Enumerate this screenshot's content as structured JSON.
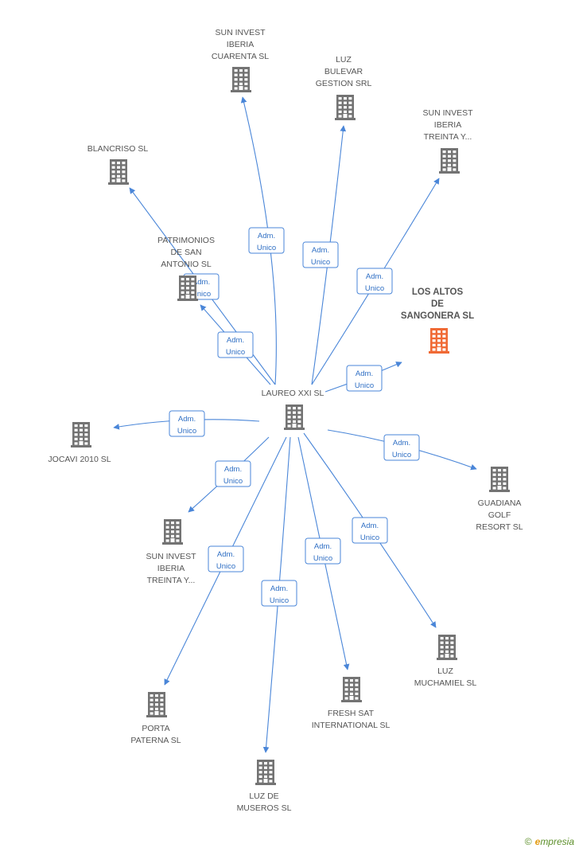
{
  "colors": {
    "edge": "#4a86d8",
    "node": "#737373",
    "focus": "#f06a35"
  },
  "center": {
    "id": "laureo",
    "label": [
      "LAUREO XXI SL"
    ],
    "icon": "building-icon"
  },
  "nodes": [
    {
      "id": "suninvest40",
      "label": [
        "SUN INVEST",
        "IBERIA",
        "CUARENTA SL"
      ],
      "icon": "building-icon"
    },
    {
      "id": "luzbulevar",
      "label": [
        "LUZ",
        "BULEVAR",
        "GESTION SRL"
      ],
      "icon": "building-icon"
    },
    {
      "id": "suninvest30a",
      "label": [
        "SUN INVEST",
        "IBERIA",
        "TREINTA Y..."
      ],
      "icon": "building-icon"
    },
    {
      "id": "blancriso",
      "label": [
        "BLANCRISO SL"
      ],
      "icon": "building-icon"
    },
    {
      "id": "patrimonios",
      "label": [
        "PATRIMONIOS",
        "DE SAN",
        "ANTONIO SL"
      ],
      "icon": "building-icon"
    },
    {
      "id": "losaltos",
      "label": [
        "LOS ALTOS",
        "DE",
        "SANGONERA SL"
      ],
      "icon": "building-icon",
      "focus": true
    },
    {
      "id": "jocavi",
      "label": [
        "JOCAVI 2010 SL"
      ],
      "icon": "building-icon"
    },
    {
      "id": "guadiana",
      "label": [
        "GUADIANA",
        "GOLF",
        "RESORT SL"
      ],
      "icon": "building-icon"
    },
    {
      "id": "suninvest30b",
      "label": [
        "SUN INVEST",
        "IBERIA",
        "TREINTA Y..."
      ],
      "icon": "building-icon"
    },
    {
      "id": "luzmuchamiel",
      "label": [
        "LUZ",
        "MUCHAMIEL SL"
      ],
      "icon": "building-icon"
    },
    {
      "id": "freshsat",
      "label": [
        "FRESH SAT",
        "INTERNATIONAL SL"
      ],
      "icon": "building-icon"
    },
    {
      "id": "porta",
      "label": [
        "PORTA",
        "PATERNA SL"
      ],
      "icon": "building-icon"
    },
    {
      "id": "luzmuseros",
      "label": [
        "LUZ DE",
        "MUSEROS SL"
      ],
      "icon": "building-icon"
    }
  ],
  "edges": [
    {
      "to": "suninvest40",
      "label": [
        "Adm.",
        "Unico"
      ]
    },
    {
      "to": "luzbulevar",
      "label": [
        "Adm.",
        "Unico"
      ]
    },
    {
      "to": "suninvest30a",
      "label": [
        "Adm.",
        "Unico"
      ]
    },
    {
      "to": "blancriso",
      "label": [
        "Adm.",
        "Unico"
      ]
    },
    {
      "to": "patrimonios",
      "label": [
        "Adm.",
        "Unico"
      ]
    },
    {
      "to": "losaltos",
      "label": [
        "Adm.",
        "Unico"
      ]
    },
    {
      "to": "jocavi",
      "label": [
        "Adm.",
        "Unico"
      ]
    },
    {
      "to": "guadiana",
      "label": [
        "Adm.",
        "Unico"
      ]
    },
    {
      "to": "suninvest30b",
      "label": [
        "Adm.",
        "Unico"
      ]
    },
    {
      "to": "luzmuchamiel",
      "label": [
        "Adm.",
        "Unico"
      ]
    },
    {
      "to": "freshsat",
      "label": [
        "Adm.",
        "Unico"
      ]
    },
    {
      "to": "porta",
      "label": [
        "Adm.",
        "Unico"
      ]
    },
    {
      "to": "luzmuseros",
      "label": [
        "Adm.",
        "Unico"
      ]
    }
  ],
  "footer": {
    "copyright": "©",
    "brand_initial": "e",
    "brand_rest": "mpresia"
  }
}
